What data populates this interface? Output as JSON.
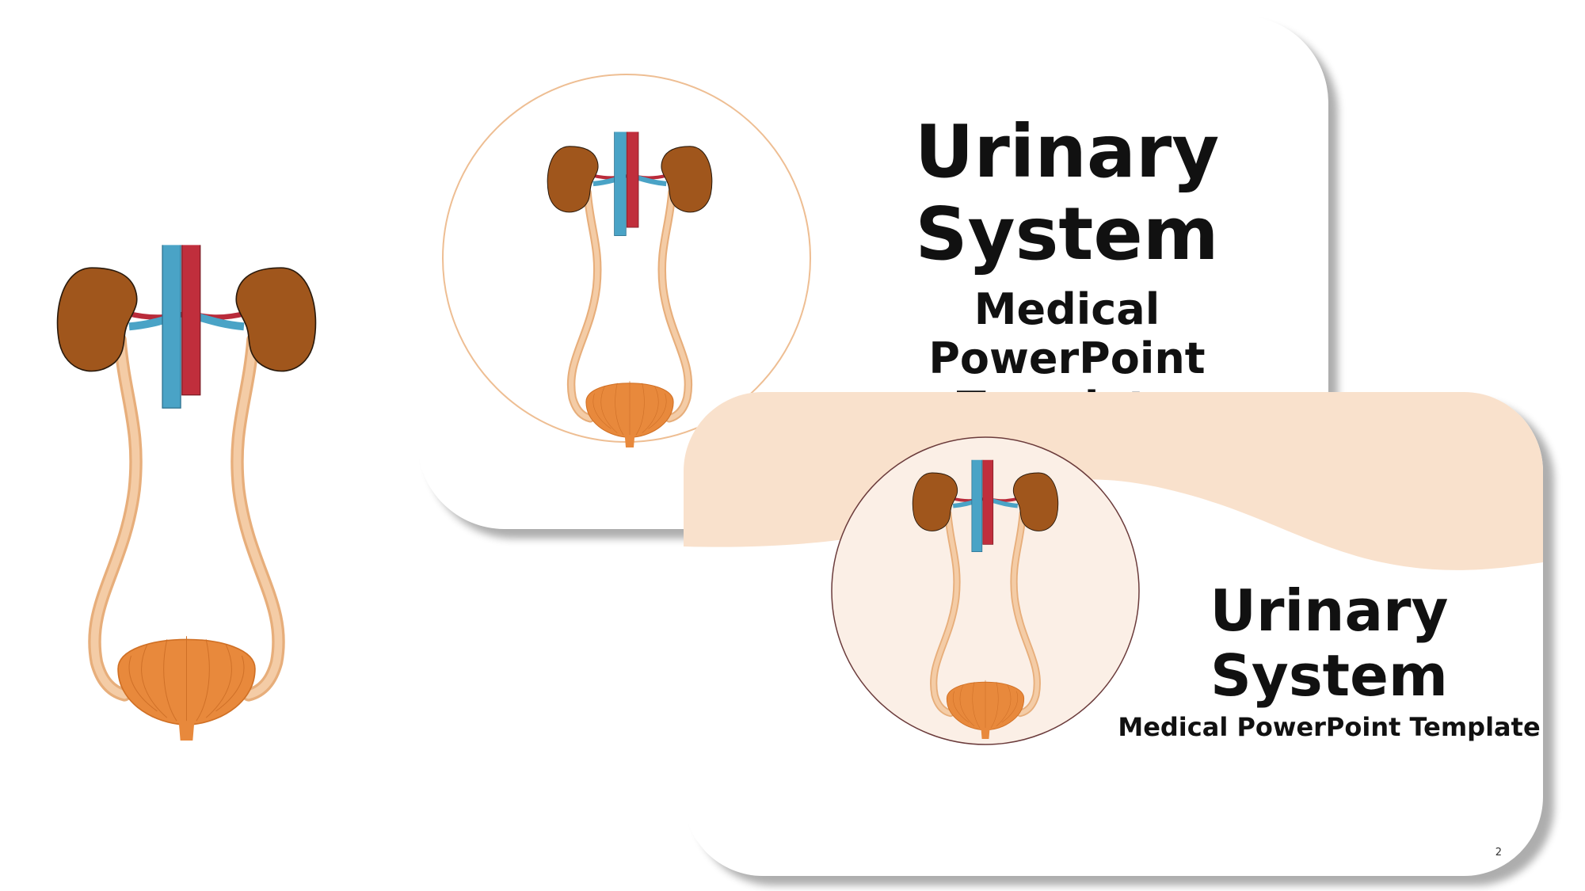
{
  "slide_back": {
    "title": "Urinary System",
    "subtitle": "Medical PowerPoint Template"
  },
  "slide_front": {
    "title": "Urinary System",
    "subtitle": "Medical PowerPoint Template",
    "page_number": "2"
  },
  "colors": {
    "kidney": "#A0561C",
    "vein": "#4AA3C6",
    "artery": "#C02E3C",
    "ureter": "#F2C295",
    "bladder": "#E8893C",
    "accent_band": "#F9E1CC",
    "circle_fill": "#FBEFE6"
  },
  "icons": [
    "urinary-system-illustration"
  ]
}
